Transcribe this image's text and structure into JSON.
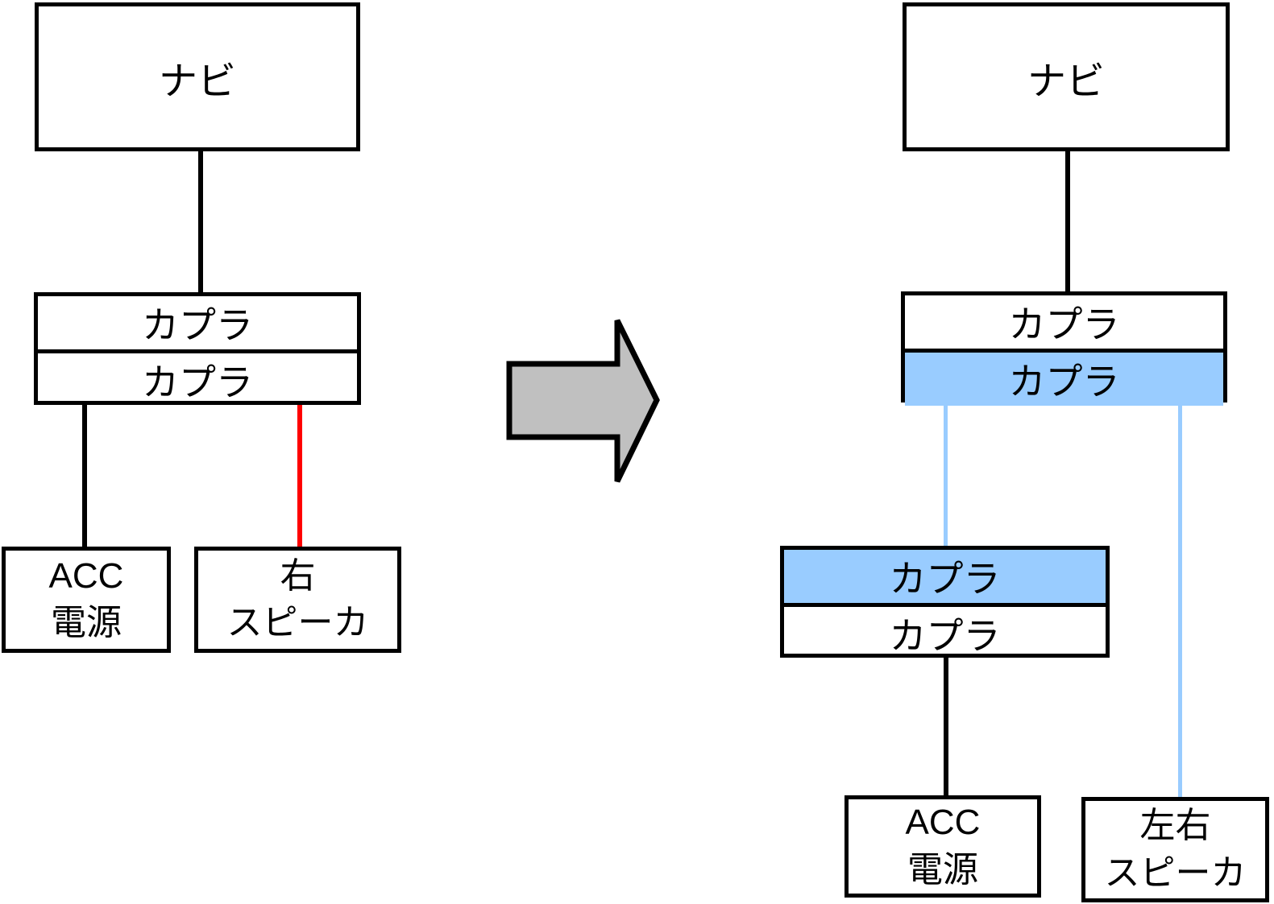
{
  "diagram_type": "wiring-before-after",
  "labels": {
    "navi": "ナビ",
    "coupler": "カプラ"
  },
  "colors": {
    "highlight_blue": "#99CCFF",
    "wire_black": "#000000",
    "wire_red": "#FF0000",
    "wire_blue": "#99CCFF",
    "arrow_gray": "#C0C0C0",
    "arrow_outline": "#000000",
    "box_border": "#000000",
    "text": "#000000"
  },
  "before": {
    "navi_label": "ナビ",
    "coupler_row_top_label": "カプラ",
    "coupler_row_bottom_label": "カプラ",
    "acc_label_line1": "ACC",
    "acc_label_line2": "電源",
    "speaker_label_line1": "右",
    "speaker_label_line2": "スピーカ"
  },
  "after": {
    "navi_label": "ナビ",
    "coupler_row_top_label": "カプラ",
    "coupler_row_bottom_label": "カプラ",
    "mid_coupler_row_top_label": "カプラ",
    "mid_coupler_row_bottom_label": "カプラ",
    "acc_label_line1": "ACC",
    "acc_label_line2": "電源",
    "speaker_label_line1": "左右",
    "speaker_label_line2": "スピーカ"
  }
}
